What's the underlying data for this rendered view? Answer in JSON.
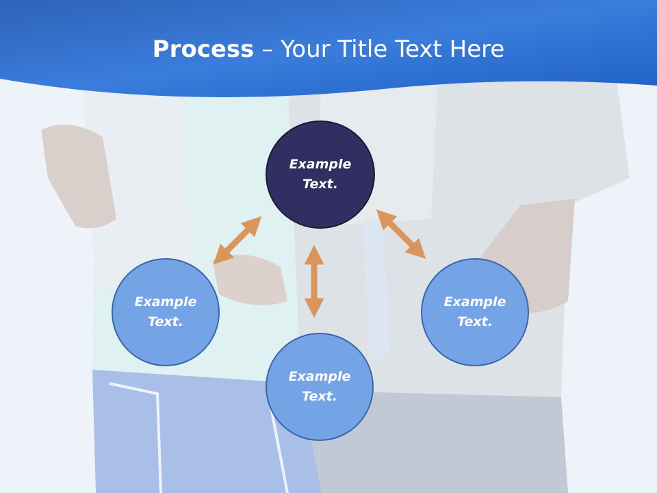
{
  "title": {
    "bold": "Process",
    "separator": " – ",
    "rest": "Your Title Text Here"
  },
  "nodes": {
    "top": "Example Text.",
    "left": "Example Text.",
    "right": "Example Text.",
    "bottom": "Example Text."
  },
  "colors": {
    "banner": "#2a6fd0",
    "top_node": "#312f62",
    "side_nodes": "#74a3e6",
    "arrows": "#d9955a"
  },
  "background_photo": "two-people-holding-water-bottles"
}
